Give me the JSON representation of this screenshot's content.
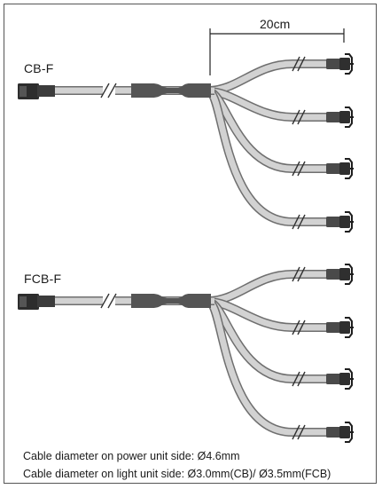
{
  "dimension": {
    "label": "20cm"
  },
  "cables": [
    {
      "name": "CB-F"
    },
    {
      "name": "FCB-F"
    }
  ],
  "notes": {
    "power_side": "Cable diameter on power unit side: Ø4.6mm",
    "light_side": "Cable diameter on light unit side: Ø3.0mm(CB)/ Ø3.5mm(FCB)"
  },
  "colors": {
    "frame": "#555555",
    "cable_outline": "#6f6f6f",
    "cable_fill": "#d2d2d2",
    "shrink_tube": "#555555",
    "connector": "#3a3a3a"
  }
}
